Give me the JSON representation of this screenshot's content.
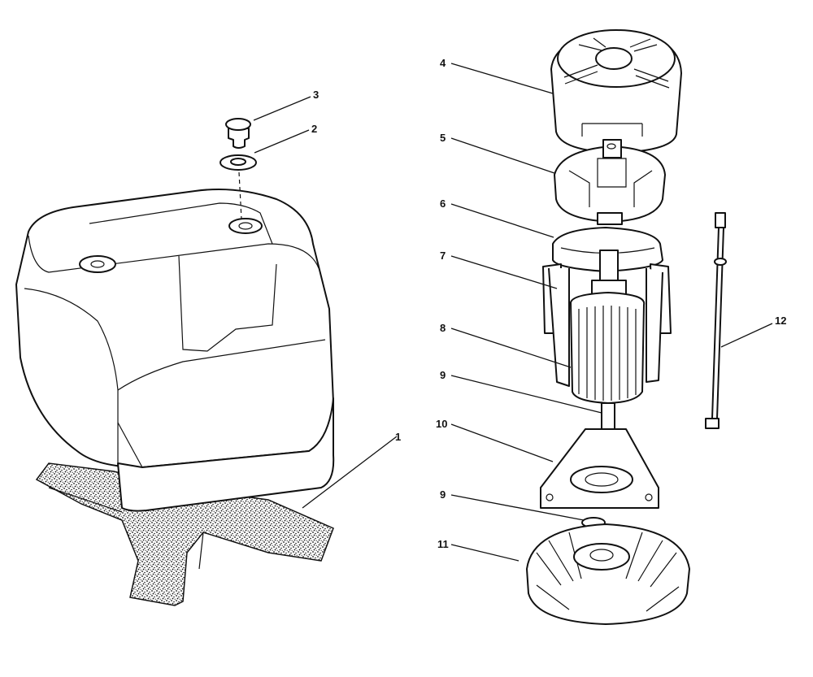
{
  "labels": [
    {
      "id": "1",
      "text": "1"
    },
    {
      "id": "2",
      "text": "2"
    },
    {
      "id": "3",
      "text": "3"
    },
    {
      "id": "4",
      "text": "4"
    },
    {
      "id": "5",
      "text": "5"
    },
    {
      "id": "6",
      "text": "6"
    },
    {
      "id": "7",
      "text": "7"
    },
    {
      "id": "8",
      "text": "8"
    },
    {
      "id": "9a",
      "text": "9"
    },
    {
      "id": "10",
      "text": "10"
    },
    {
      "id": "9b",
      "text": "9"
    },
    {
      "id": "11",
      "text": "11"
    },
    {
      "id": "12",
      "text": "12"
    }
  ]
}
